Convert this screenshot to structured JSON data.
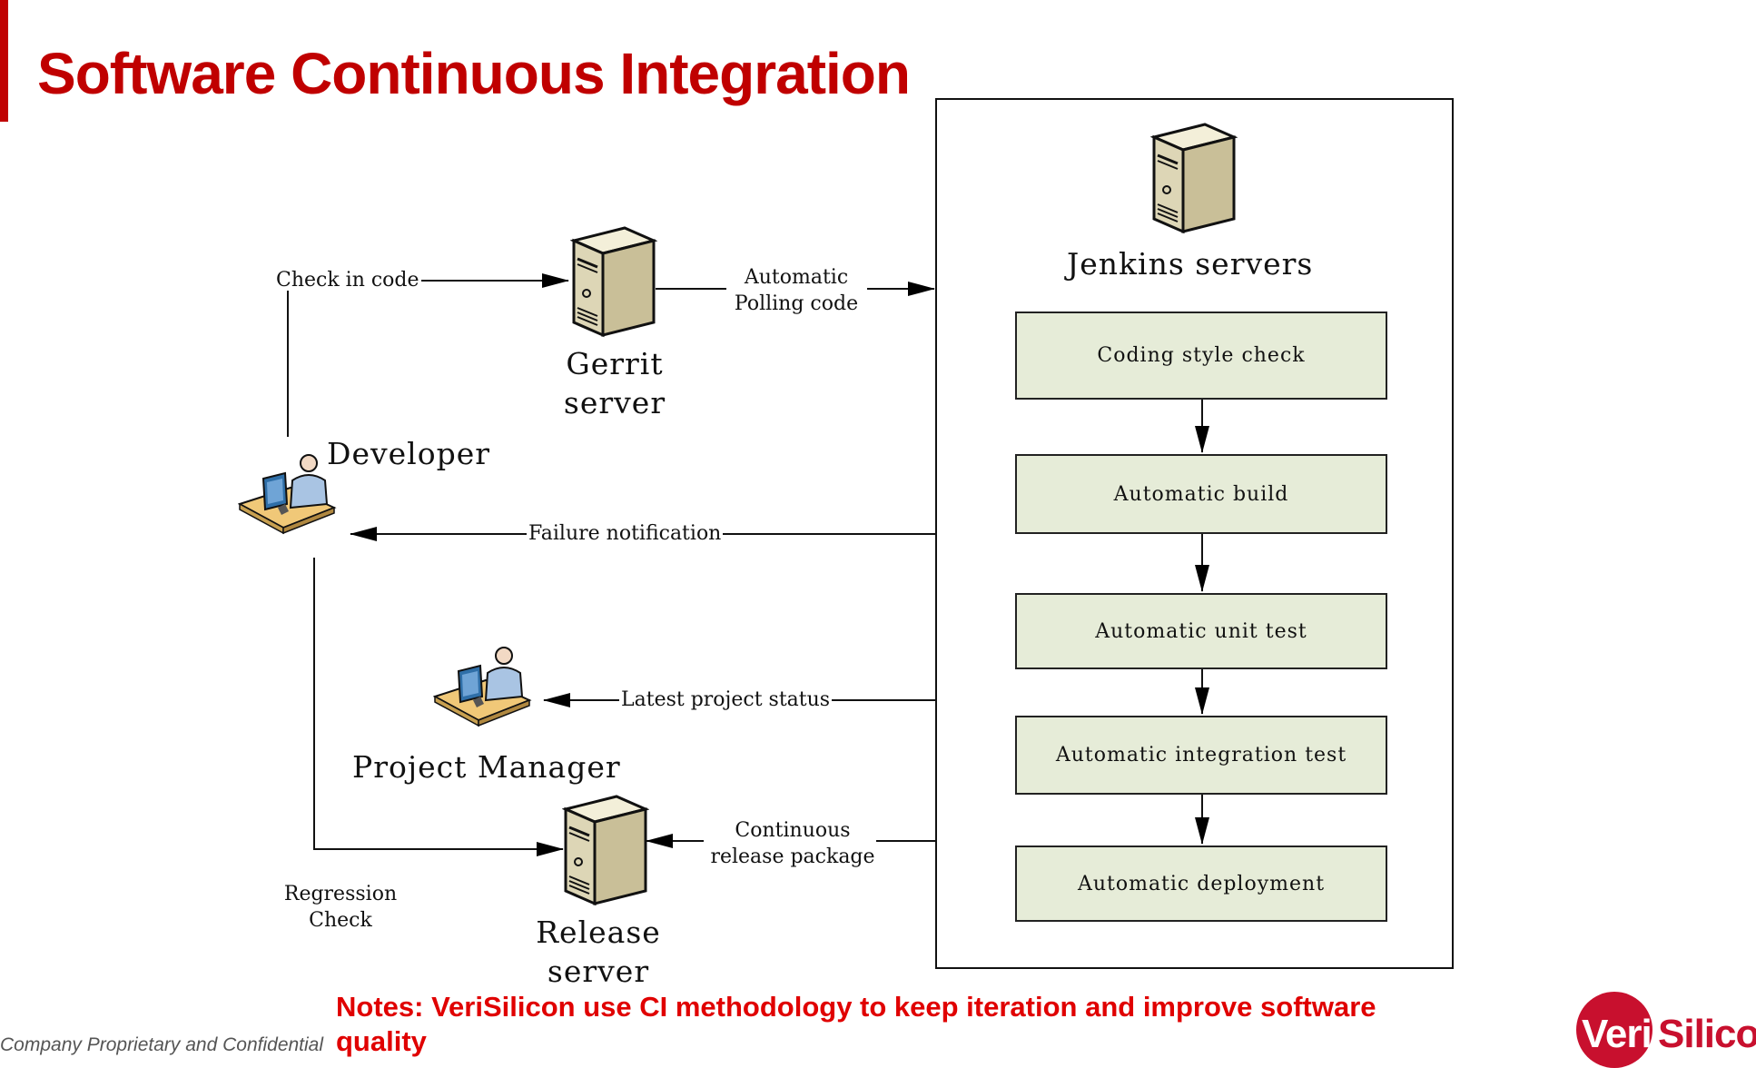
{
  "title": "Software Continuous Integration",
  "nodes": {
    "developer": "Developer",
    "gerrit_line1": "Gerrit",
    "gerrit_line2": "server",
    "jenkins": "Jenkins servers",
    "project_manager": "Project Manager",
    "release_line1": "Release",
    "release_line2": "server"
  },
  "edges": {
    "check_in": "Check in code",
    "polling_line1": "Automatic",
    "polling_line2": "Polling code",
    "failure": "Failure notification",
    "status": "Latest project status",
    "release_pkg_line1": "Continuous",
    "release_pkg_line2": "release package",
    "regression_line1": "Regression",
    "regression_line2": "Check"
  },
  "pipeline": [
    "Coding style check",
    "Automatic build",
    "Automatic unit test",
    "Automatic integration test",
    "Automatic deployment"
  ],
  "notes": "Notes: VeriSilicon use CI methodology to keep iteration and improve software quality",
  "footer": "Company Proprietary and Confidential",
  "logo": {
    "left": "Veri",
    "right": "Silico"
  },
  "icons": {
    "server": "server-tower-icon",
    "person": "person-at-computer-icon"
  },
  "colors": {
    "title": "#c00000",
    "notes": "#e00000",
    "process_fill": "#e6ecd8",
    "logo": "#c8102e"
  }
}
